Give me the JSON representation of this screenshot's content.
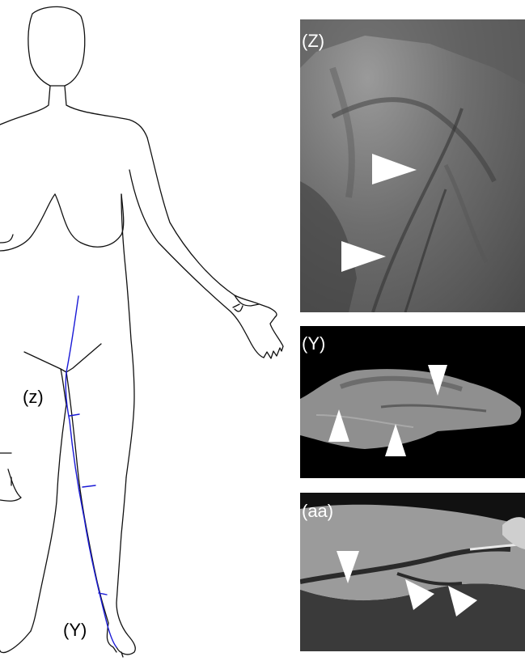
{
  "figure": {
    "body_labels": {
      "upper": "(z)",
      "lower": "(Y)"
    },
    "panels": [
      {
        "label": "(Z)",
        "background": "#7f7f7f",
        "arrowheads": 2
      },
      {
        "label": "(Y)",
        "background": "#000000",
        "arrowheads": 3
      },
      {
        "label": "(aa)",
        "background": "#111111",
        "arrowheads": 3
      }
    ],
    "colors": {
      "vein": "#1a1ad6",
      "outline": "#111111",
      "arrowhead": "#ffffff"
    }
  }
}
